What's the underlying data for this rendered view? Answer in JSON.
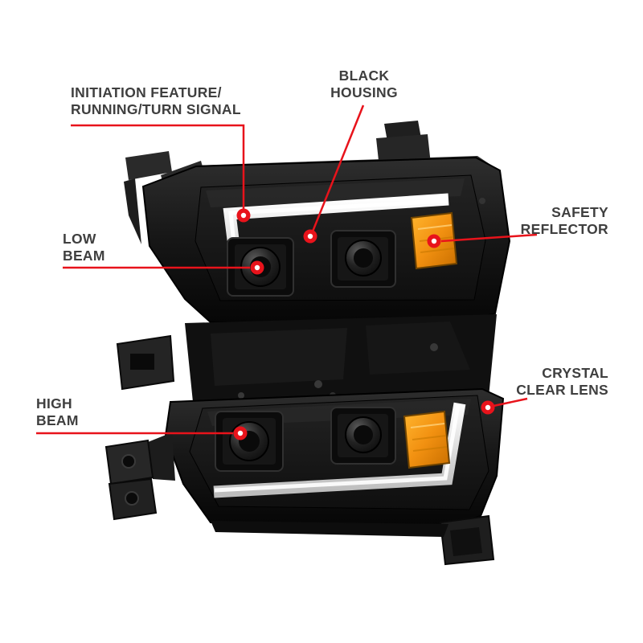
{
  "diagram": {
    "labels": {
      "initiation": {
        "line1": "INITIATION FEATURE/",
        "line2": "RUNNING/TURN SIGNAL"
      },
      "black_housing": {
        "line1": "BLACK",
        "line2": "HOUSING"
      },
      "safety_reflector": {
        "line1": "SAFETY",
        "line2": "REFLECTOR"
      },
      "low_beam": {
        "line1": "LOW",
        "line2": "BEAM"
      },
      "high_beam": {
        "line1": "HIGH",
        "line2": "BEAM"
      },
      "crystal_clear_lens": {
        "line1": "CRYSTAL",
        "line2": "CLEAR LENS"
      }
    },
    "colors": {
      "background": "#ffffff",
      "label_text": "#3f3f3f",
      "leader_red": "#e8131b",
      "marker_center": "#ffffff",
      "amber_reflector": "#f29111",
      "housing_black": "#141414",
      "light_bar_silver": "#e6e6e6"
    }
  }
}
